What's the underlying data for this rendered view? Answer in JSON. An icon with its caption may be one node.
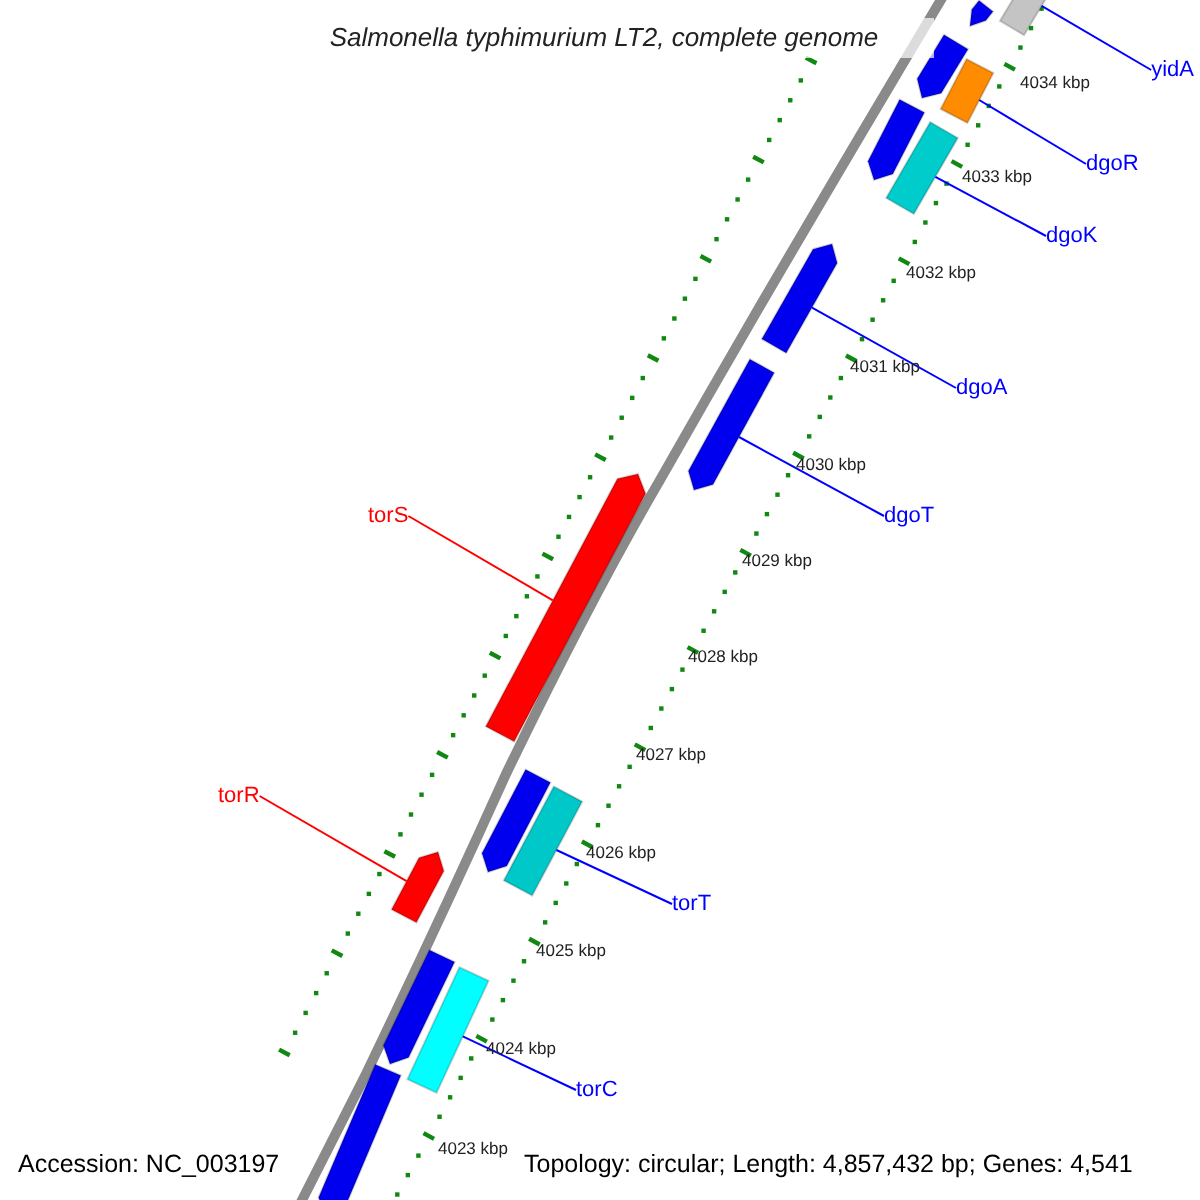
{
  "diagram": {
    "title": "Salmonella typhimurium LT2, complete genome",
    "nodes": [
      {
        "text": [
          "yidA"
        ]
      },
      {
        "text": [
          "dgoR"
        ]
      },
      {
        "text": [
          "dgoK"
        ]
      },
      {
        "text": [
          "dgoA"
        ]
      },
      {
        "text": [
          "dgoT"
        ]
      },
      {
        "text": [
          "torS"
        ]
      },
      {
        "text": [
          "torR"
        ]
      },
      {
        "text": [
          "torT"
        ]
      },
      {
        "text": [
          "torC"
        ]
      },
      {
        "text": [],
        "shape": "pentagon"
      },
      {
        "text": [],
        "shape": "bar"
      },
      {
        "text": [],
        "shape": "pentagon"
      },
      {
        "text": [],
        "shape": "bar"
      },
      {
        "text": [],
        "shape": "pentagon"
      },
      {
        "text": [],
        "shape": "bar"
      },
      {
        "text": [],
        "shape": "pentagon"
      },
      {
        "text": [],
        "shape": "pentagon"
      },
      {
        "text": [],
        "shape": "pentagon"
      },
      {
        "text": [],
        "shape": "pentagon"
      },
      {
        "text": [],
        "shape": "pentagon"
      },
      {
        "text": [],
        "shape": "bar"
      },
      {
        "text": [],
        "shape": "pentagon"
      },
      {
        "text": [],
        "shape": "bar"
      },
      {
        "text": [],
        "shape": "pentagon"
      }
    ],
    "edges": [
      {
        "from": 0,
        "to": 10,
        "arrow": "none"
      },
      {
        "from": 1,
        "to": 12,
        "arrow": "none"
      },
      {
        "from": 2,
        "to": 14,
        "arrow": "none"
      },
      {
        "from": 3,
        "to": 15,
        "arrow": "none"
      },
      {
        "from": 4,
        "to": 16,
        "arrow": "none"
      },
      {
        "from": 5,
        "to": 17,
        "arrow": "none",
        "color": "#ff0000"
      },
      {
        "from": 6,
        "to": 18,
        "arrow": "none",
        "color": "#ff0000"
      },
      {
        "from": 7,
        "to": 20,
        "arrow": "none"
      },
      {
        "from": 8,
        "to": 22,
        "arrow": "none"
      }
    ],
    "labels": [
      "4034 kbp",
      "4033 kbp",
      "4032 kbp",
      "4031 kbp",
      "4030 kbp",
      "4029 kbp",
      "4028 kbp",
      "4027 kbp",
      "4026 kbp",
      "4025 kbp",
      "4024 kbp",
      "4023 kbp",
      "Accession: NC_003197",
      "Topology: circular; Length: 4,857,432 bp; Genes: 4,541"
    ]
  }
}
